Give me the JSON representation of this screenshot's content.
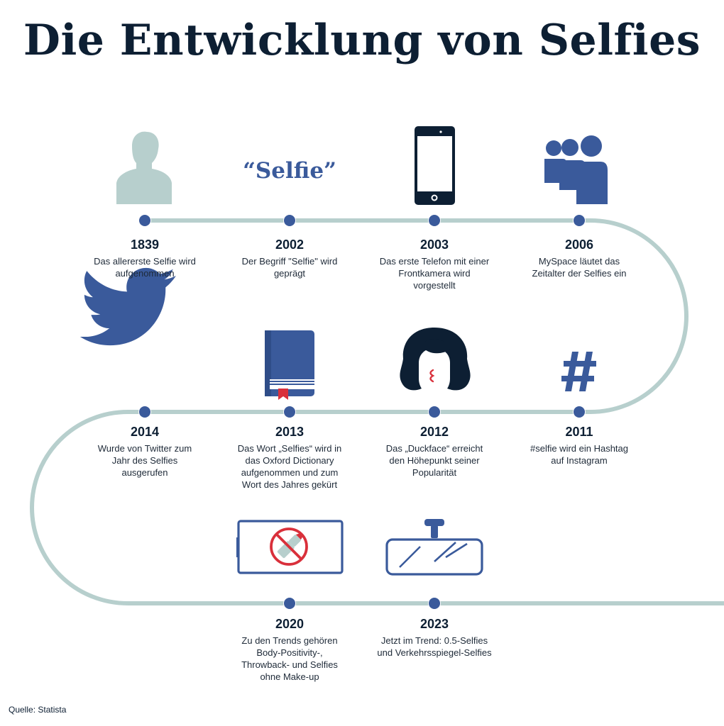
{
  "title": "Die Entwicklung von Selfies",
  "source": "Quelle: Statista",
  "colors": {
    "accent": "#3a5a9b",
    "line": "#b7cfcd",
    "silhouette": "#b7cfcd",
    "red": "#d9303b",
    "text": "#0d1f33"
  },
  "selfie_word": "“Selfie”",
  "events": [
    {
      "year": "1839",
      "text": "Das allererste Selfie wird\naufgenommen",
      "icon": "silhouette-icon"
    },
    {
      "year": "2002",
      "text": "Der Begriff \"Selfie\" wird\ngeprägt",
      "icon": "selfie-word-icon"
    },
    {
      "year": "2003",
      "text": "Das erste Telefon mit einer\nFrontkamera wird\nvorgestellt",
      "icon": "phone-icon"
    },
    {
      "year": "2006",
      "text": "MySpace läutet das\nZeitalter der Selfies ein",
      "icon": "myspace-icon"
    },
    {
      "year": "2011",
      "text": "#selfie wird ein Hashtag\nauf Instagram",
      "icon": "hashtag-icon"
    },
    {
      "year": "2012",
      "text": "Das „Duckface“ erreicht\nden Höhepunkt seiner\nPopularität",
      "icon": "duckface-icon"
    },
    {
      "year": "2013",
      "text": "Das Wort „Selfies“ wird in\ndas Oxford Dictionary\naufgenommen und zum\nWort des Jahres gekürt",
      "icon": "book-icon"
    },
    {
      "year": "2014",
      "text": "Wurde von Twitter zum\nJahr des Selfies\nausgerufen",
      "icon": "twitter-bird-icon"
    },
    {
      "year": "2020",
      "text": "Zu den Trends gehören\nBody-Positivity-,\nThrowback- und Selfies\nohne Make-up",
      "icon": "no-makeup-phone-icon"
    },
    {
      "year": "2023",
      "text": "Jetzt im Trend: 0.5-Selfies\nund Verkehrsspiegel-Selfies",
      "icon": "rearview-mirror-icon"
    }
  ]
}
